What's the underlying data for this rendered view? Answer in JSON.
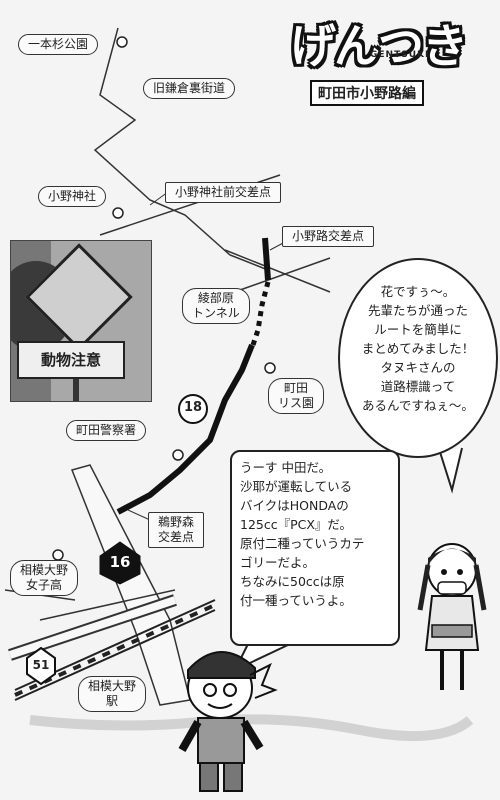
{
  "logo": {
    "title": "げんつき",
    "romaji": "GENTSUKI",
    "subtitle": "町田市小野路編"
  },
  "map_labels": {
    "ichibonsugi": "一本杉公園",
    "kyu_kamakura": "旧鎌倉裏街道",
    "ono_jinja": "小野神社",
    "ono_jinja_mae": "小野神社前交差点",
    "onoji_kousaten": "小野路交差点",
    "ayabehara_1": "綾部原",
    "ayabehara_2": "トンネル",
    "risuen_1": "町田",
    "risuen_2": "リス園",
    "route18": "18",
    "keisatsu": "町田警察署",
    "unomori_1": "鵜野森",
    "unomori_2": "交差点",
    "route16": "16",
    "joshiko_1": "相模大野",
    "joshiko_2": "女子高",
    "route51": "51",
    "station_1": "相模大野",
    "station_2": "駅"
  },
  "photo": {
    "sign_text": "動物注意"
  },
  "bubble_right": {
    "lines": [
      "花ですぅ〜。",
      "先輩たちが通った",
      "ルートを簡単に",
      "まとめてみました！",
      "タヌキさんの",
      "道路標識って",
      "あるんですねぇ〜。"
    ]
  },
  "bubble_center": {
    "lines": [
      "うーす 中田だ。",
      "沙耶が運転している",
      "バイクはHONDAの",
      "125cc『PCX』だ。",
      "原付二種っていうカテ",
      "ゴリーだよ。",
      "ちなみに50ccは原",
      "付一種っていうよ。"
    ]
  }
}
